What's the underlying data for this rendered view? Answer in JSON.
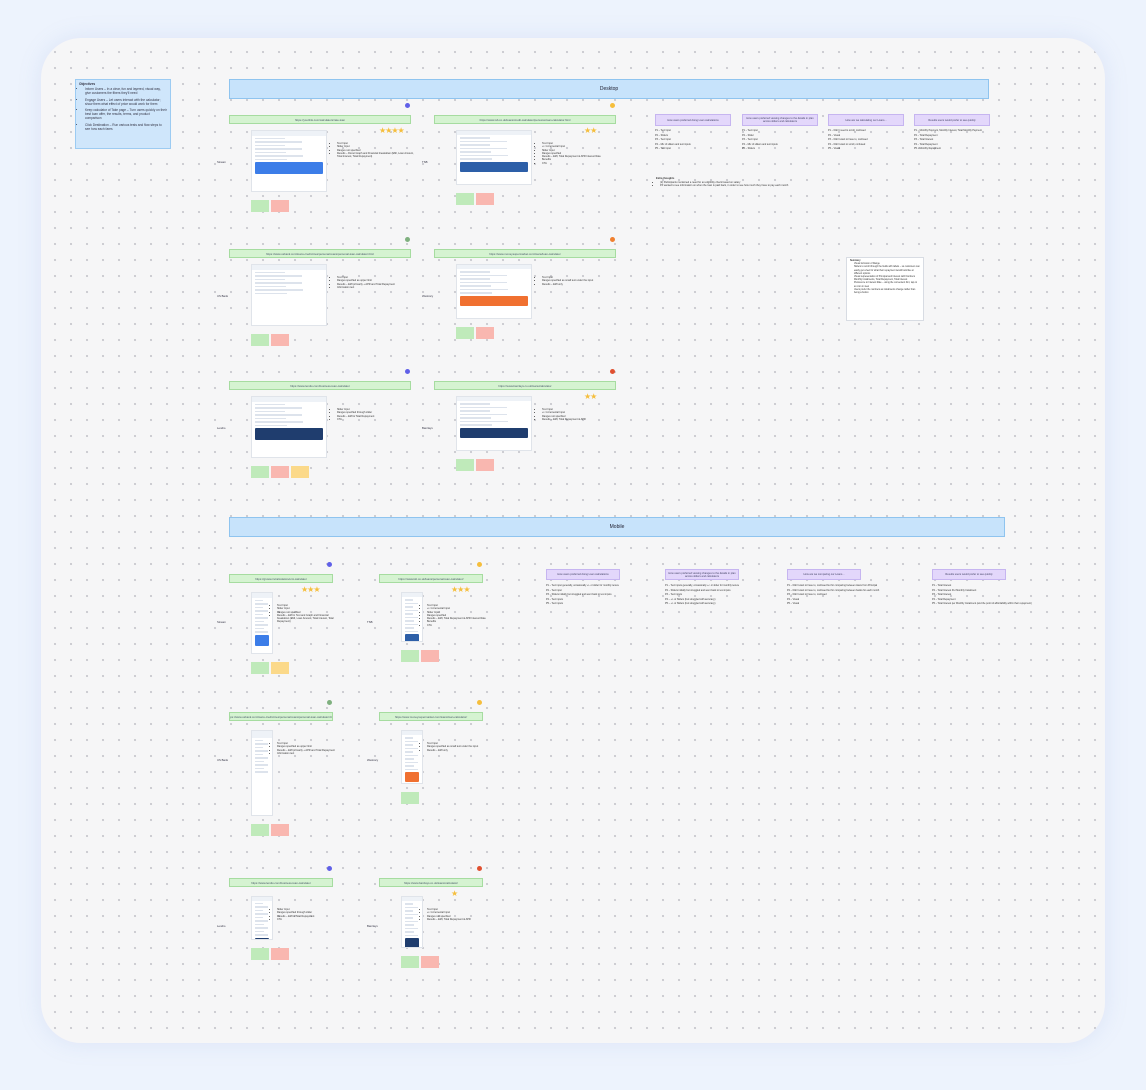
{
  "objectives": {
    "title": "Objectives",
    "items": [
      "Inform Users – In a clear, fun and layered, visual way, give customers the fibers they'll need",
      "Engage Users – Let users interact with the calculator; show them what effect of price would work for them",
      "Keep calculator of Take page – Turn users quickly on their best loan offer, the results, terms, and product comparison",
      "Click Destination – Run various tests and flow steps to see how each fares"
    ]
  },
  "desktop_banner": "Desktop",
  "mobile_banner": "Mobile",
  "desktop": {
    "rows": [
      {
        "label": "Stream",
        "url": "https://yourlink.com/calculators/rate-loan",
        "dot": "#6060e8",
        "stars": "★★★★",
        "sticky": [
          "good",
          "bad"
        ],
        "bullets": [
          "Text Input",
          "Slider Input",
          "Ranges not specified",
          "Results – Donut Graph and Financial breakdown (EMI, Loan Amount, Total Interest, Total Repayment)"
        ]
      },
      {
        "label": "TSB",
        "url": "https://www.tsb.co.uk/loans/credit-calculator/personal-loan-calculator.html",
        "dot": "#f5be3c",
        "stars": "★★",
        "sticky": [
          "good",
          "bad"
        ],
        "bullets": [
          "Text Input",
          "+/- Incremental Input",
          "Slider Input",
          "Ranges specified",
          "Results – EMI, Total Repayment & APR Interest Rate",
          "Benefits",
          "CTA"
        ]
      },
      {
        "label": "US Bank",
        "url": "https://www.usbank.com/loans-credit-lines/personal-loans/personal-loan-calculator.html",
        "dot": "#7fb07f",
        "stars": "",
        "sticky": [
          "good",
          "bad"
        ],
        "bullets": [
          "Text Input",
          "Ranges specified as upper limit",
          "Results – EMI primarily + APR and Total Repayment",
          "Information text"
        ]
      },
      {
        "label": "Westrary",
        "url": "https://www.moneysupermarket.com/loans/loan-calculator",
        "dot": "#f08030",
        "stars": "",
        "sticky": [
          "good",
          "bad"
        ],
        "bullets": [
          "Text Input",
          "Ranges specified as small text under the input",
          "Results – EMI only"
        ]
      },
      {
        "label": "Lendio",
        "url": "https://www.lendio.com/business-loan-calculator",
        "dot": "#6060e8",
        "stars": "",
        "sticky": [
          "good",
          "bad",
          "mid"
        ],
        "bullets": [
          "Slider Input",
          "Ranges specified through slider",
          "Results – EMI & Total Repayment",
          "CTA"
        ]
      },
      {
        "label": "Barclays",
        "url": "https://www.barclays.co.uk/loans/calculator",
        "dot": "#e05030",
        "stars": "★★",
        "sticky": [
          "good",
          "bad"
        ],
        "bullets": [
          "Text Input",
          "+/- Incremental Input",
          "Ranges not specified",
          "Results – EMI, Total Repayment & APR"
        ]
      }
    ],
    "questions": [
      {
        "title": "How users preferred doing Loan calculations",
        "responses": [
          "P1 – Text Input",
          "P2 – Sliders",
          "P3 – Text Input",
          "P4 – Mix of sliders and text inputs",
          "P5 – Text Input"
        ]
      },
      {
        "title": "How users preferred viewing changes to the details in plan across sliders and calculators",
        "responses": [
          "P1 – Text input",
          "P2 – Slider",
          "P3 – Text input",
          "P4 – Mix of sliders and text inputs",
          "P5 – Sliders"
        ]
      },
      {
        "title": "How are we calculating our Loans...",
        "responses": [
          "P1 – Didn't need to scroll, confused",
          "P2 – Visual",
          "P3 – Didn't want to have to, confused",
          "P4 – Didn't want to scroll, confused",
          "P5 – Visual"
        ]
      },
      {
        "title": "Results users would prefer to see quickly",
        "responses": [
          "P1 – Monthly Payment, Monthly Interest, Total Monthly Payment",
          "P2 – Total Repayment",
          "P3 – Total Interest",
          "P4 – Total Repayment",
          "P5 – Monthly Repayment"
        ]
      }
    ],
    "extra": {
      "title": "Extra thoughts",
      "items": [
        "(2) Participants mentioned a need for an eligibility check based on salary",
        "P3 wanted to see information on when the loan is paid back, in order to see how much they have to pay each month"
      ]
    },
    "summary": {
      "title": "Summary",
      "items": [
        "Visual inclusion of Range",
        "Sliders to scroll through the fields with labels – so customers can easily get a feel for what their repayment would look like at different options",
        "Visual representation of Principal and Interest with Numbers",
        "Monthly Instalments, Total Repayment, Total Interest",
        "Preference to Interest Rate – using the convenient hint, tap on an icon in view",
        "Users prefer the numbers as instalments change rather than being a button"
      ]
    }
  },
  "mobile": {
    "rows": [
      {
        "label": "Stream",
        "url": "https://groww.in/calculators/emi-calculator",
        "dot": "#6060e8",
        "stars": "★★★",
        "sticky": [
          "good",
          "mid"
        ],
        "bullets": [
          "Text Input",
          "Slider Input",
          "Ranges not specified",
          "Results – EMI in Text and Graph and Financial breakdown (EMI, Loan Amount, Total Interest, Total Repayment)"
        ]
      },
      {
        "label": "TSB",
        "url": "https://www.tsb.co.uk/loans/personal-loan-calculator/",
        "dot": "#f5be3c",
        "stars": "★★★",
        "sticky": [
          "good",
          "bad"
        ],
        "bullets": [
          "Text Input",
          "+/- Incremental Input",
          "Slider Input",
          "Ranges specified",
          "Results – EMI, Total Repayment & APR Interest Rate",
          "Benefits",
          "CTA"
        ]
      },
      {
        "label": "US Bank",
        "url": "https://www.usbank.com/loans-credit-lines/personal-loans/personal-loan-calculator.html",
        "dot": "#7fb07f",
        "stars": "",
        "sticky": [
          "good",
          "bad"
        ],
        "bullets": [
          "Text Input",
          "Ranges specified as upper limit",
          "Results – EMI primarily + APR and Total Repayment",
          "Information text"
        ]
      },
      {
        "label": "Westrary",
        "url": "https://www.moneysupermarket.com/loans/loan-calculator/",
        "dot": "#f5be3c",
        "stars": "",
        "sticky": [
          "good"
        ],
        "bullets": [
          "Text Input",
          "Ranges specified as small text under the input",
          "Results – EMI only"
        ]
      },
      {
        "label": "Lendio",
        "url": "https://www.lendio.com/business-loan-calculator",
        "dot": "#6060e8",
        "stars": "",
        "sticky": [
          "good",
          "bad"
        ],
        "bullets": [
          "Slider Input",
          "Ranges specified through slider",
          "Results – EMI & Total Repayment",
          "CTA"
        ]
      },
      {
        "label": "Barclays",
        "url": "https://www.barclays.co.uk/loans/calculator/",
        "dot": "#e05030",
        "stars": "★",
        "sticky": [
          "good",
          "bad"
        ],
        "bullets": [
          "Text Input",
          "+/- Incremental Input",
          "Ranges not specified",
          "Results – EMI, Total Repayment & APR"
        ]
      }
    ],
    "questions": [
      {
        "title": "How users preferred doing Loan calculations",
        "responses": [
          "P1 – Text input generally, occasionally +/- or slider for monthly tenure",
          "P2 – Text input",
          "P3 – Sliders initially but struggled and went back to text inputs",
          "P4 – Text inputs",
          "P5 – Text inputs"
        ]
      },
      {
        "title": "How users preferred viewing changes to the details in plan across sliders and calculators",
        "responses": [
          "P1 – Text inputs generally, occasionally +/- or slider for monthly tenure",
          "P2 – Sliders initially but struggled and went back to text inputs",
          "P3 – Text inputs",
          "P4 – +/- or Sliders (but struggled with accuracy)",
          "P5 – +/- or Sliders (but struggled with accuracy)"
        ]
      },
      {
        "title": "How are we comparing our Loans...",
        "responses": [
          "P1 – Didn't want to have to, confused but for comparing between loans from Principal",
          "P2 – Didn't want to have to, confused but for comparing between banks for each month",
          "P3 – Didn't want to have to, confused",
          "P4 – Visual",
          "P5 – Visual"
        ]
      },
      {
        "title": "Results users would prefer to see quickly",
        "responses": [
          "P1 – Total Interest",
          "P2 – Total Interest Per Monthly Instalment",
          "P3 – Total Interest",
          "P4 – Total Repayment",
          "P5 – Total Interest per Monthly Instalment (and the point of affordability within their repayment)"
        ]
      }
    ]
  },
  "colors": {
    "background": "#edf3fd",
    "board": "#f6f6f7",
    "banner": "#c7e3fb",
    "url": "#d5f3d1",
    "question": "#e3d7fb",
    "star": "#f5be3c"
  }
}
